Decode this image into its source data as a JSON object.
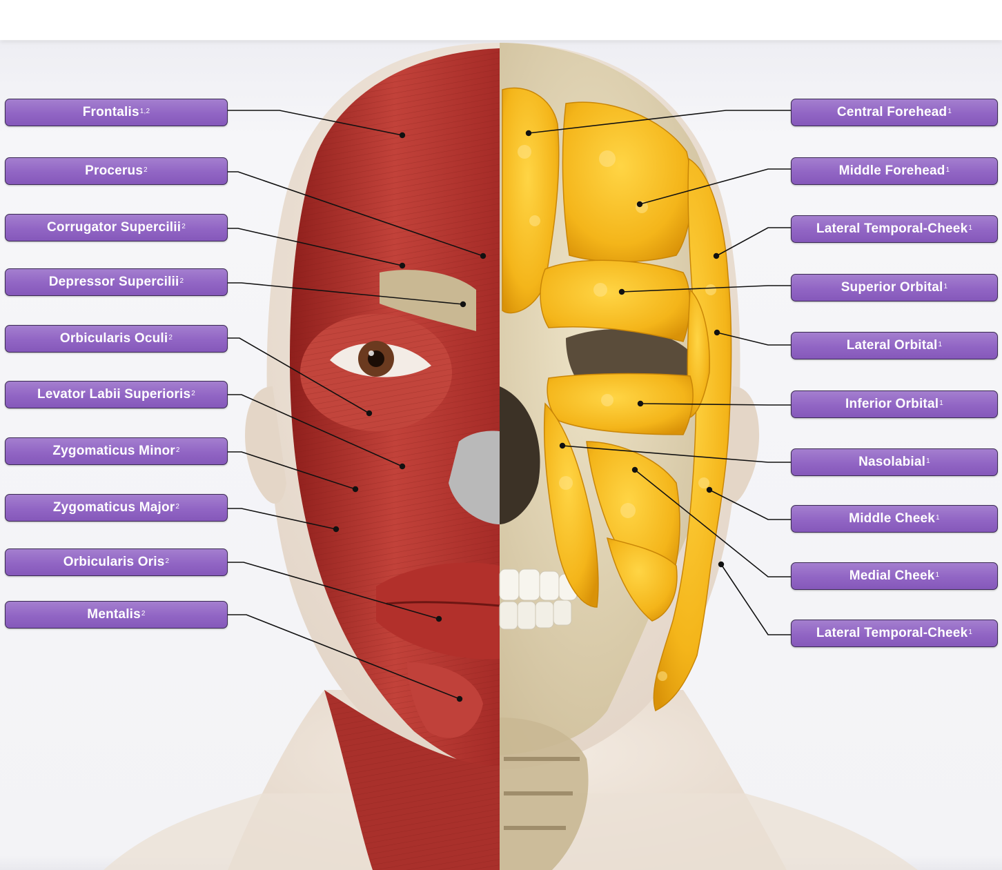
{
  "left_labels": [
    {
      "name": "Frontalis",
      "sup": "1,2"
    },
    {
      "name": "Procerus",
      "sup": "2"
    },
    {
      "name": "Corrugator Supercilii",
      "sup": "2"
    },
    {
      "name": "Depressor Supercilii",
      "sup": "2"
    },
    {
      "name": "Orbicularis Oculi",
      "sup": "2"
    },
    {
      "name": "Levator Labii Superioris",
      "sup": "2"
    },
    {
      "name": "Zygomaticus Minor",
      "sup": "2"
    },
    {
      "name": "Zygomaticus Major",
      "sup": "2"
    },
    {
      "name": "Orbicularis Oris",
      "sup": "2"
    },
    {
      "name": "Mentalis",
      "sup": "2"
    }
  ],
  "right_labels": [
    {
      "name": "Central Forehead",
      "sup": "1"
    },
    {
      "name": "Middle Forehead",
      "sup": "1"
    },
    {
      "name": "Lateral Temporal-Cheek",
      "sup": "1"
    },
    {
      "name": "Superior Orbital",
      "sup": "1"
    },
    {
      "name": "Lateral Orbital",
      "sup": "1"
    },
    {
      "name": "Inferior Orbital",
      "sup": "1"
    },
    {
      "name": "Nasolabial",
      "sup": "1"
    },
    {
      "name": "Middle Cheek",
      "sup": "1"
    },
    {
      "name": "Medial Cheek",
      "sup": "1"
    },
    {
      "name": "Lateral Temporal-Cheek",
      "sup": "1"
    }
  ],
  "colors": {
    "label_fill": "#9165c4",
    "muscle": "#b8322c",
    "fat": "#f3b81c",
    "bone": "#d9ccaa",
    "skin": "#efe6dc"
  }
}
